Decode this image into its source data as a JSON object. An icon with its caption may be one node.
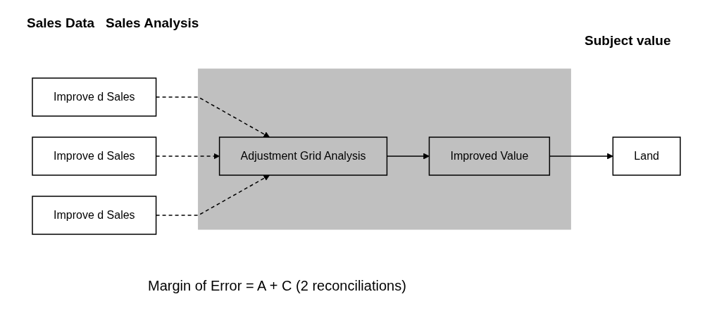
{
  "diagram": {
    "nodes": [
      {
        "text": [
          "Improve d Sales"
        ]
      },
      {
        "text": [
          "Improve d Sales"
        ]
      },
      {
        "text": [
          "Improve d Sales"
        ]
      },
      {
        "text": [],
        "shape": "box"
      },
      {
        "text": [
          "Adjustment Grid Analysis"
        ],
        "in": 3
      },
      {
        "text": [
          "Improved Value"
        ],
        "in": 3
      },
      {
        "text": [
          "Land"
        ]
      }
    ],
    "edges": [
      {
        "from": 0,
        "to": 4,
        "arrow": "to",
        "style": "dashed"
      },
      {
        "from": 1,
        "to": 4,
        "arrow": "to",
        "style": "dashed"
      },
      {
        "from": 2,
        "to": 4,
        "arrow": "to",
        "style": "dashed"
      },
      {
        "from": 4,
        "to": 5,
        "arrow": "to"
      },
      {
        "from": 5,
        "to": 6,
        "arrow": "to"
      }
    ],
    "labels": [
      "Sales Data",
      "Sales Analysis",
      "Subject value",
      "Margin of Error = A + C (2 reconciliations)"
    ]
  }
}
